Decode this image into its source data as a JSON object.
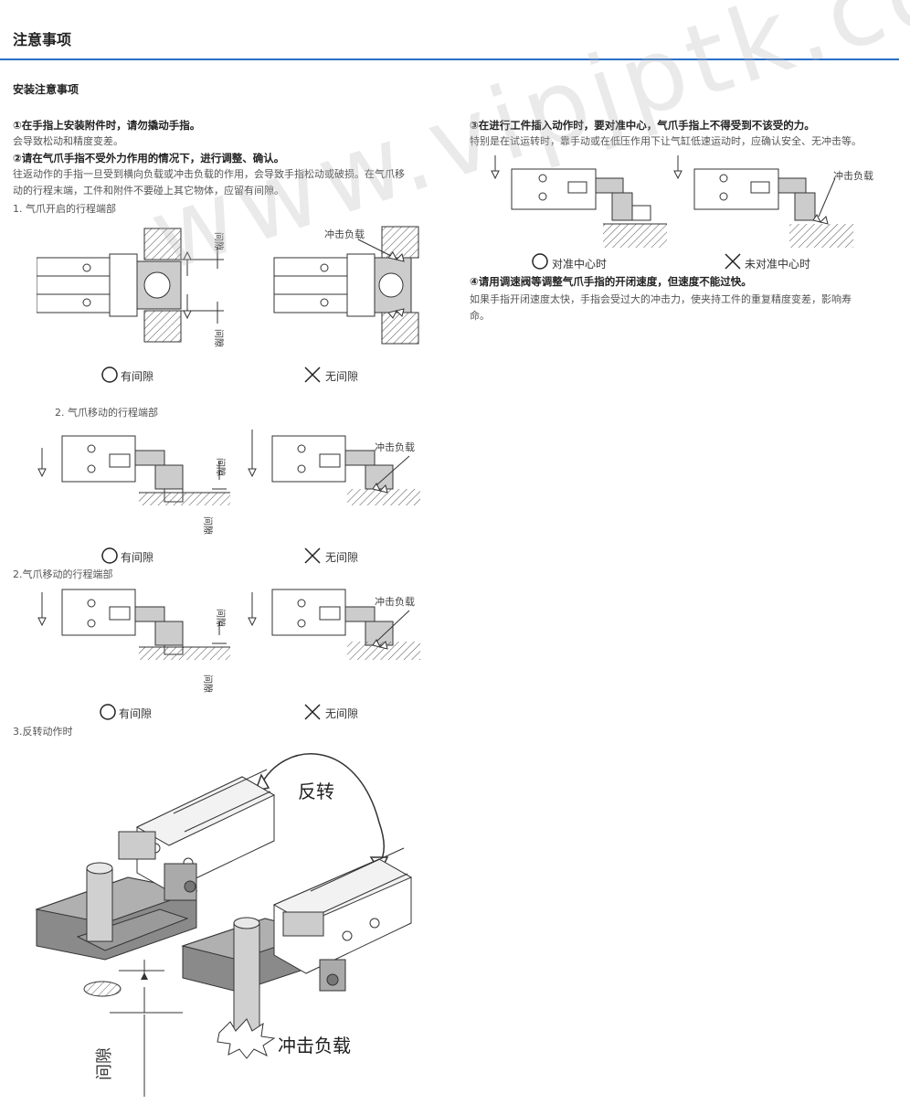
{
  "page": {
    "title": "注意事项",
    "section": "安装注意事项"
  },
  "left": {
    "p1_head": "①在手指上安装附件时，请勿撬动手指。",
    "p1_body": "会导致松动和精度变差。",
    "p2_head": "②请在气爪手指不受外力作用的情况下，进行调整、确认。",
    "p2_body1": "往返动作的手指一旦受到横向负载或冲击负载的作用，会导致手指松动或破损。在气爪移",
    "p2_body2": "动的行程末端，工件和附件不要碰上其它物体，应留有间隙。",
    "sub1": "1. 气爪开启的行程端部",
    "sub2": "2. 气爪移动的行程端部",
    "sub3": "2.气爪移动的行程端部",
    "sub4": "3.反转动作时"
  },
  "right": {
    "p3_head": "③在进行工件插入动作时，要对准中心，气爪手指上不得受到不该受的力。",
    "p3_body": "特别是在试运转时，靠手动或在低压作用下让气缸低速运动时，应确认安全、无冲击等。",
    "p4_head": "④请用调速阀等调整气爪手指的开闭速度，但速度不能过快。",
    "p4_body1": "如果手指开闭速度太快，手指会受过大的冲击力，使夹持工件的重复精度变差，影响寿",
    "p4_body2": "命。",
    "ok_center": "对准中心时",
    "ng_center": "未对准中心时"
  },
  "labels": {
    "ok": "有间隙",
    "ng": "无间隙",
    "gap": "间隙",
    "impact": "冲击负载",
    "reverse": "反转"
  },
  "watermark": "www.vipjptk.com"
}
